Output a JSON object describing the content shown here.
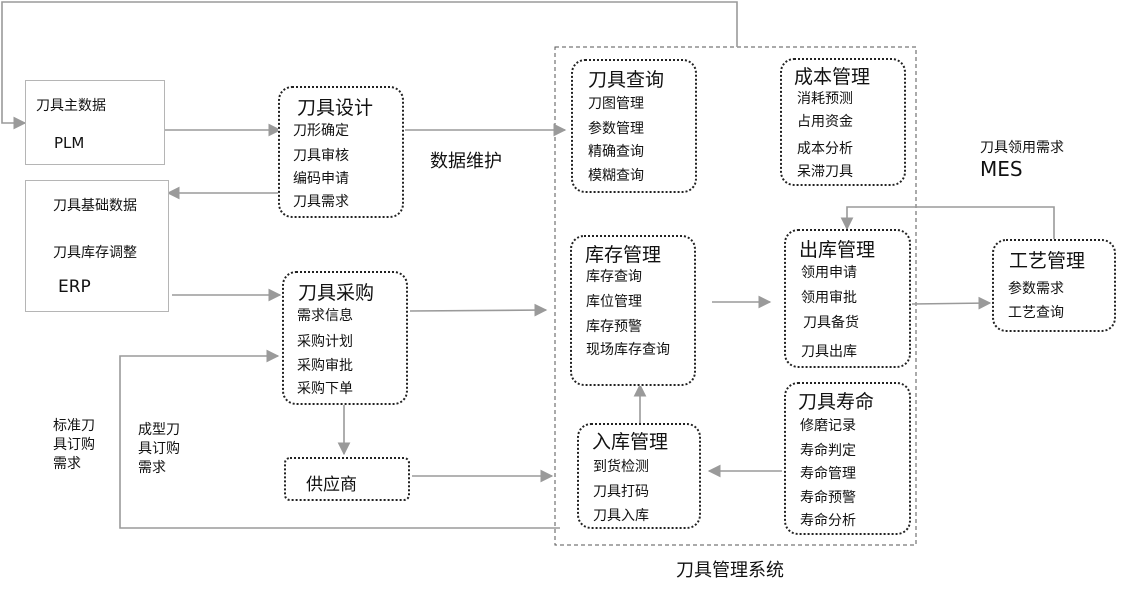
{
  "external": {
    "plm": {
      "title": "刀具主数据",
      "name": "PLM"
    },
    "erp": {
      "line1": "刀具基础数据",
      "line2": "刀具库存调整",
      "name": "ERP"
    },
    "mes": {
      "label": "刀具领用需求",
      "name": "MES"
    }
  },
  "modules": {
    "design": {
      "title": "刀具设计",
      "items": [
        "刀形确定",
        "刀具审核",
        "编码申请",
        "刀具需求"
      ]
    },
    "purchase": {
      "title": "刀具采购",
      "items": [
        "需求信息",
        "采购计划",
        "采购审批",
        "采购下单"
      ]
    },
    "supplier": {
      "title": "供应商"
    },
    "query": {
      "title": "刀具查询",
      "items": [
        "刀图管理",
        "参数管理",
        "精确查询",
        "模糊查询"
      ]
    },
    "cost": {
      "title": "成本管理",
      "items": [
        "消耗预测",
        "占用资金",
        "成本分析",
        "呆滞刀具"
      ]
    },
    "inventory": {
      "title": "库存管理",
      "items": [
        "库存查询",
        "库位管理",
        "库存预警",
        "现场库存查询"
      ]
    },
    "outbound": {
      "title": "出库管理",
      "items": [
        "领用申请",
        "领用审批",
        "刀具备货",
        "刀具出库"
      ]
    },
    "process": {
      "title": "工艺管理",
      "items": [
        "参数需求",
        "工艺查询"
      ]
    },
    "inbound": {
      "title": "入库管理",
      "items": [
        "到货检测",
        "刀具打码",
        "刀具入库"
      ]
    },
    "life": {
      "title": "刀具寿命",
      "items": [
        "修磨记录",
        "寿命判定",
        "寿命管理",
        "寿命预警",
        "寿命分析"
      ]
    }
  },
  "labels": {
    "data_maintenance": "数据维护",
    "standard_demand": "标准刀具订购需求",
    "formed_demand": "成型刀具订购需求",
    "system_name": "刀具管理系统"
  }
}
